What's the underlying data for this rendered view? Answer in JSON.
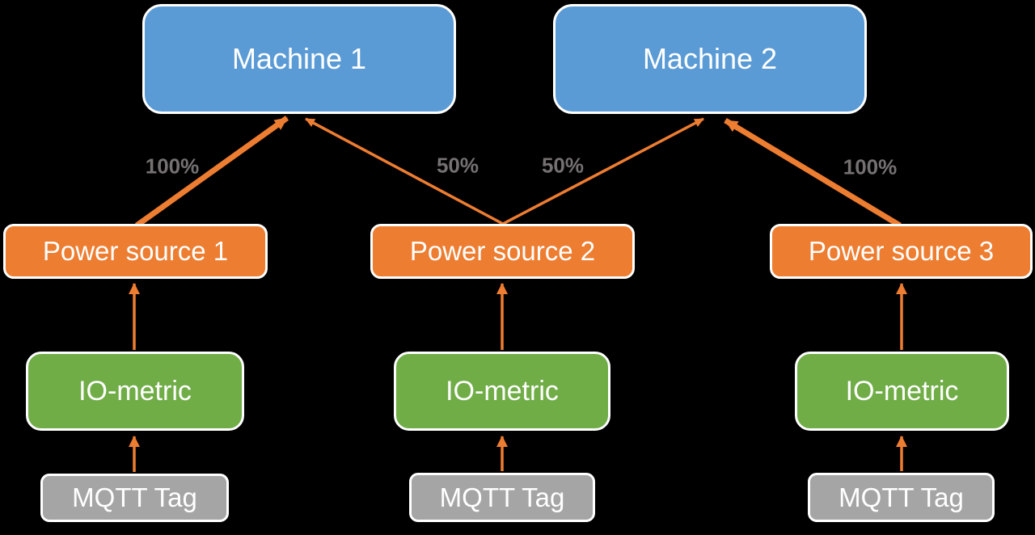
{
  "diagram": {
    "background_color": "#000000",
    "colors": {
      "machine_fill": "#5B9BD5",
      "power_fill": "#ED7D31",
      "metric_fill": "#70AD47",
      "tag_fill": "#A5A5A5",
      "box_border": "#FFFFFF",
      "box_text": "#FFFFFF",
      "arrow": "#ED7D31",
      "edge_label_text": "#767171"
    },
    "nodes": {
      "machine1": {
        "label": "Machine 1",
        "type": "machine"
      },
      "machine2": {
        "label": "Machine 2",
        "type": "machine"
      },
      "ps1": {
        "label": "Power source 1",
        "type": "power"
      },
      "ps2": {
        "label": "Power source 2",
        "type": "power"
      },
      "ps3": {
        "label": "Power source 3",
        "type": "power"
      },
      "io1": {
        "label": "IO-metric",
        "type": "metric"
      },
      "io2": {
        "label": "IO-metric",
        "type": "metric"
      },
      "io3": {
        "label": "IO-metric",
        "type": "metric"
      },
      "mqtt1": {
        "label": "MQTT Tag",
        "type": "tag"
      },
      "mqtt2": {
        "label": "MQTT Tag",
        "type": "tag"
      },
      "mqtt3": {
        "label": "MQTT Tag",
        "type": "tag"
      }
    },
    "edges": [
      {
        "from": "ps1",
        "to": "machine1",
        "label": "100%",
        "weight": "thick"
      },
      {
        "from": "ps2",
        "to": "machine1",
        "label": "50%",
        "weight": "thin"
      },
      {
        "from": "ps2",
        "to": "machine2",
        "label": "50%",
        "weight": "thin"
      },
      {
        "from": "ps3",
        "to": "machine2",
        "label": "100%",
        "weight": "thick"
      },
      {
        "from": "io1",
        "to": "ps1",
        "label": "",
        "weight": "thin"
      },
      {
        "from": "io2",
        "to": "ps2",
        "label": "",
        "weight": "thin"
      },
      {
        "from": "io3",
        "to": "ps3",
        "label": "",
        "weight": "thin"
      },
      {
        "from": "mqtt1",
        "to": "io1",
        "label": "",
        "weight": "thin"
      },
      {
        "from": "mqtt2",
        "to": "io2",
        "label": "",
        "weight": "thin"
      },
      {
        "from": "mqtt3",
        "to": "io3",
        "label": "",
        "weight": "thin"
      }
    ]
  }
}
